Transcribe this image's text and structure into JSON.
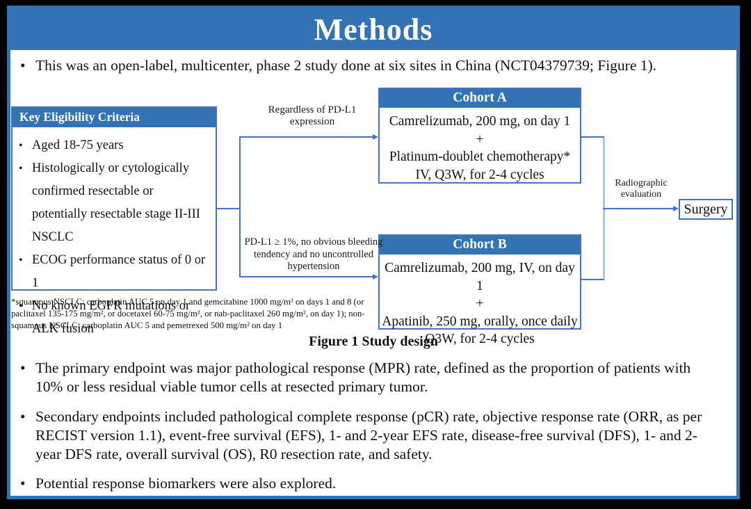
{
  "slide": {
    "title": "Methods",
    "colors": {
      "accent": "#3173B5",
      "line": "#4472C4"
    }
  },
  "intro_bullet": "This was an open-label, multicenter, phase 2 study done at six sites in China (NCT04379739; Figure 1).",
  "figure": {
    "caption": "Figure 1 Study design",
    "eligibility": {
      "title": "Key Eligibility Criteria",
      "items": [
        "Aged 18-75 years",
        "Histologically or cytologically confirmed resectable or potentially resectable stage II-III NSCLC",
        "ECOG performance status of 0 or 1",
        "No known EGFR mutations or ALK fusion"
      ]
    },
    "branch_top_label": "Regardless of PD-L1 expression",
    "branch_bottom_label": "PD-L1 ≥ 1%, no obvious bleeding tendency and no uncontrolled hypertension",
    "cohort_a": {
      "title": "Cohort A",
      "lines": [
        "Camrelizumab, 200 mg, on day 1",
        "+",
        "Platinum-doublet chemotherapy*",
        "IV, Q3W, for 2-4 cycles"
      ]
    },
    "cohort_b": {
      "title": "Cohort B",
      "lines": [
        "Camrelizumab, 200 mg, IV, on day 1",
        "+",
        "Apatinib, 250 mg, orally, once daily",
        "Q3W, for 2-4 cycles"
      ]
    },
    "evaluation_label": "Radiographic evaluation",
    "surgery_label": "Surgery",
    "footnote": "*squamous NSCLC: carboplatin AUC 5 on day 1 and gemcitabine 1000 mg/m² on days 1 and 8 (or paclitaxel 135-175 mg/m², or docetaxel 60-75 mg/m², or nab-paclitaxel 260 mg/m², on day 1); non-squamous NSCLC: carboplatin AUC 5 and pemetrexed 500 mg/m² on day 1"
  },
  "bullets": [
    "The primary endpoint was major pathological response (MPR) rate, defined as the proportion of patients with 10% or less residual viable tumor cells at resected primary tumor.",
    "Secondary endpoints included pathological complete response (pCR) rate, objective response rate (ORR, as per RECIST version 1.1), event-free survival (EFS), 1- and 2-year EFS rate, disease-free survival (DFS), 1- and 2-year DFS rate, overall survival (OS), R0 resection rate, and safety.",
    "Potential response biomarkers were also explored."
  ]
}
